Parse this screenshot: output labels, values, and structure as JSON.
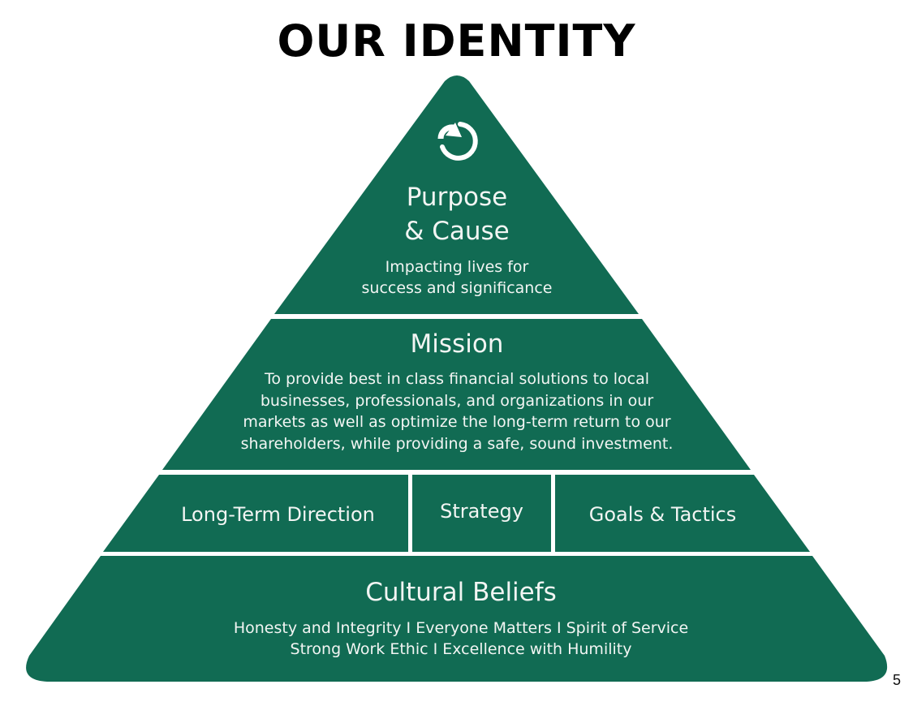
{
  "slide": {
    "title": "OUR IDENTITY",
    "page_number": "5",
    "colors": {
      "pyramid_fill": "#116b53",
      "text_on_green": "#f2f5f3",
      "background": "#ffffff",
      "title": "#000000"
    }
  },
  "pyramid": {
    "tier1": {
      "icon": "circular-arrow-icon",
      "heading_line1": "Purpose",
      "heading_line2": "& Cause",
      "body_line1": "Impacting lives for",
      "body_line2": "success and significance"
    },
    "tier2": {
      "heading": "Mission",
      "body_lines": [
        "To provide best in class financial solutions to local",
        "businesses, professionals, and organizations in our",
        "markets as well as optimize the long-term return to our",
        "shareholders, while providing a safe, sound investment."
      ]
    },
    "tier3": {
      "cells": [
        "Long-Term Direction",
        "Strategy",
        "Goals & Tactics"
      ]
    },
    "tier4": {
      "heading": "Cultural Beliefs",
      "body_line1": "Honesty and Integrity I Everyone Matters I Spirit of Service",
      "body_line2": "Strong Work Ethic I Excellence with Humility"
    }
  }
}
